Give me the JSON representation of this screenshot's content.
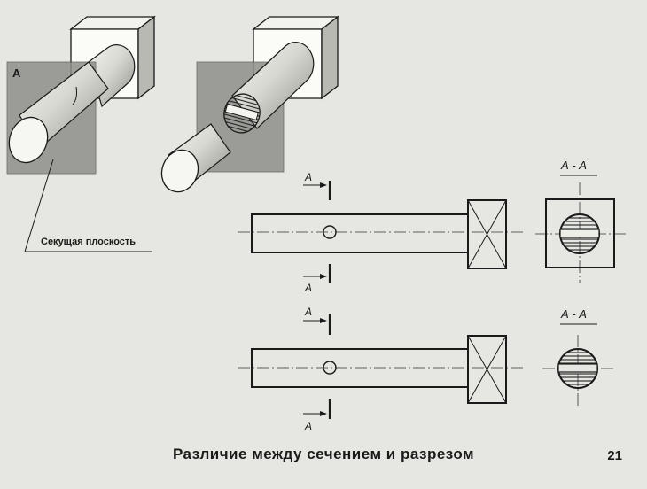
{
  "plane_label": "А",
  "cutting_plane_label": "Секущая плоскость",
  "section_mark": "А",
  "section_title": "А - А",
  "caption": "Различие между сечением и разрезом",
  "page_number": "21"
}
